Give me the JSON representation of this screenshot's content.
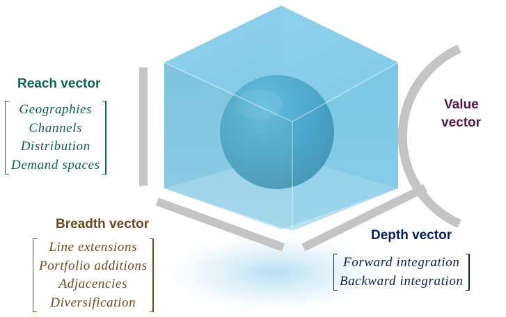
{
  "colors": {
    "reach": "#0f6154",
    "value": "#581845",
    "breadth": "#6b4a1f",
    "depth": "#0c1f5c",
    "grey_bar": "#c4c4c4",
    "cube_front": "#5fb9dc",
    "sphere": "#1f86ad"
  },
  "reach": {
    "heading": "Reach vector",
    "items": [
      "Geographies",
      "Channels",
      "Distribution",
      "Demand spaces"
    ]
  },
  "value": {
    "heading_line1": "Value",
    "heading_line2": "vector"
  },
  "breadth": {
    "heading": "Breadth vector",
    "items": [
      "Line extensions",
      "Portfolio additions",
      "Adjacencies",
      "Diversification"
    ]
  },
  "depth": {
    "heading": "Depth vector",
    "items": [
      "Forward integration",
      "Backward integration"
    ]
  }
}
